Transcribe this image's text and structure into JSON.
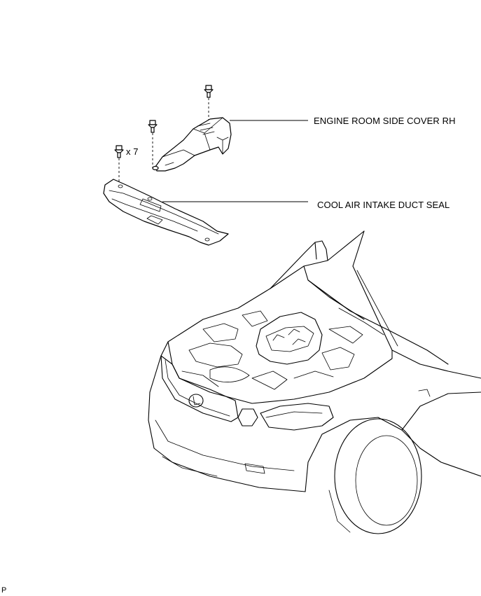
{
  "labels": {
    "engine_cover": "ENGINE ROOM SIDE COVER RH",
    "duct_seal": "COOL AIR INTAKE DUCT SEAL",
    "clip_count": "x 7",
    "corner_mark": "P"
  },
  "icons": {
    "clip": "push-clip-fastener"
  }
}
